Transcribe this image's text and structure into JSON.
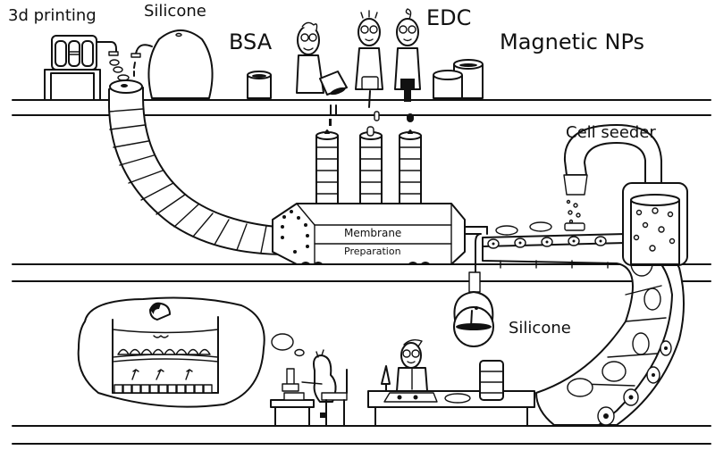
{
  "figure": {
    "type": "scientific-illustration",
    "labels": {
      "printing_3d": "3d printing",
      "silicone_top": "Silicone",
      "bsa": "BSA",
      "edc": "EDC",
      "magnetic_nps": "Magnetic NPs",
      "cell_seeder": "Cell seeder",
      "membrane": "Membrane",
      "preparation": "Preparation",
      "silicone_bottom": "Silicone"
    },
    "colors": {
      "ink": "#111111",
      "background": "#ffffff"
    }
  }
}
